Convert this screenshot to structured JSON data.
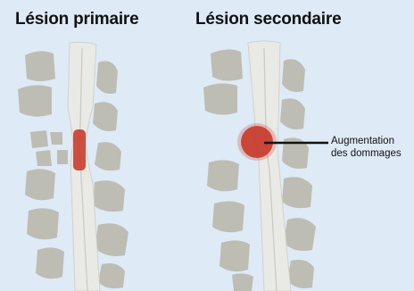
{
  "titles": {
    "primary": "Lésion primaire",
    "secondary": "Lésion secondaire"
  },
  "callout": {
    "line1": "Augmentation",
    "line2": "des dommages"
  },
  "colors": {
    "background": "#deeaf6",
    "vertebra": "#bdbdb4",
    "spinal_cord": "#e9e9e5",
    "lesion": "#c8392a"
  }
}
